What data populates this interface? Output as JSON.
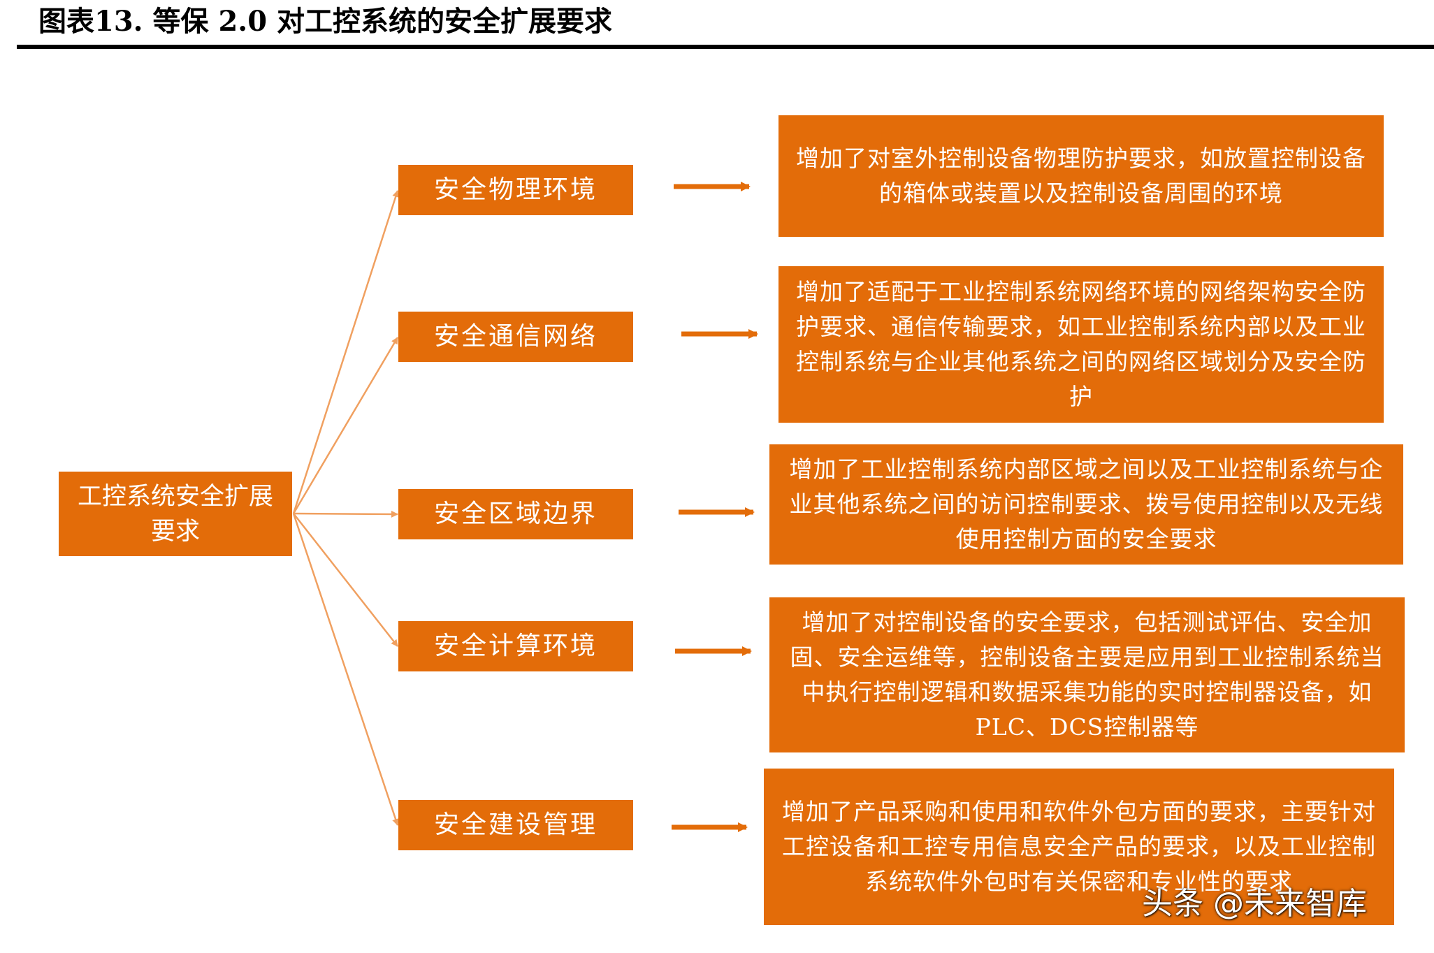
{
  "title": "图表13.  等保 2.0 对工控系统的安全扩展要求",
  "root": {
    "label": "工控系统安全扩展要求"
  },
  "categories": [
    {
      "label": "安全物理环境",
      "description": "增加了对室外控制设备物理防护要求，如放置控制设备的箱体或装置以及控制设备周围的环境"
    },
    {
      "label": "安全通信网络",
      "description": "增加了适配于工业控制系统网络环境的网络架构安全防护要求、通信传输要求，如工业控制系统内部以及工业控制系统与企业其他系统之间的网络区域划分及安全防护"
    },
    {
      "label": "安全区域边界",
      "description": "增加了工业控制系统内部区域之间以及工业控制系统与企业其他系统之间的访问控制要求、拨号使用控制以及无线使用控制方面的安全要求"
    },
    {
      "label": "安全计算环境",
      "description": "增加了对控制设备的安全要求，包括测试评估、安全加固、安全运维等，控制设备主要是应用到工业控制系统当中执行控制逻辑和数据采集功能的实时控制器设备，如PLC、DCS控制器等"
    },
    {
      "label": "安全建设管理",
      "description": "增加了产品采购和使用和软件外包方面的要求，主要针对工控设备和工控专用信息安全产品的要求，以及工业控制系统软件外包时有关保密和专业性的要求"
    }
  ],
  "watermark": "头条 @未来智库",
  "colors": {
    "box_fill": "#E36C09",
    "connector": "#F4A460",
    "text": "#FFFFFF"
  }
}
